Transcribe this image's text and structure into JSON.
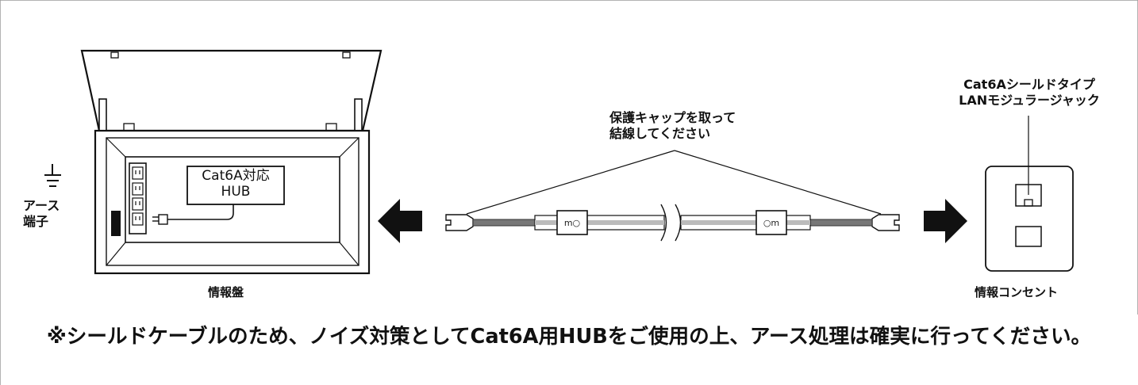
{
  "labels": {
    "ground_line1": "アース",
    "ground_line2": "端子",
    "hub_line1": "Cat6A対応",
    "hub_line2": "HUB",
    "panel_caption": "情報盤",
    "cable_line1": "保護キャップを取って",
    "cable_line2": "結線してください",
    "jack_line1": "Cat6Aシールドタイプ",
    "jack_line2": "LANモジュラージャック",
    "outlet_caption": "情報コンセント",
    "cable_mark_left": "m○",
    "cable_mark_right": "○m"
  },
  "footer_note": "※シールドケーブルのため、ノイズ対策としてCat6A用HUBをご使用の上、アース処理は確実に行ってください。",
  "icons": [
    "ground-icon",
    "power-outlet-icon",
    "power-plug-icon",
    "arrow-left-icon",
    "arrow-right-icon"
  ]
}
